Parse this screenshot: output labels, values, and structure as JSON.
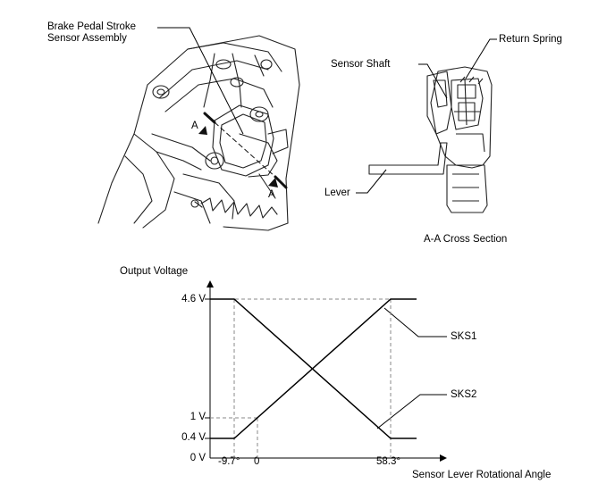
{
  "assembly_label_line1": "Brake Pedal Stroke",
  "assembly_label_line2": "Sensor Assembly",
  "section_marker_a": "A",
  "section_marker_a2": "A",
  "return_spring_label": "Return Spring",
  "sensor_shaft_label": "Sensor Shaft",
  "lever_label": "Lever",
  "cross_section_caption": "A-A Cross Section",
  "graph": {
    "y_axis_title": "Output Voltage",
    "x_axis_title": "Sensor Lever Rotational Angle",
    "y_ticks": [
      "4.6 V",
      "1 V",
      "0.4 V",
      "0 V"
    ],
    "x_ticks": [
      "-9.7°",
      "0",
      "58.3°"
    ],
    "series_labels": [
      "SKS1",
      "SKS2"
    ]
  },
  "chart_data": {
    "type": "line",
    "xlabel": "Sensor Lever Rotational Angle",
    "ylabel": "Output Voltage",
    "x_ticks": [
      -9.7,
      0,
      58.3
    ],
    "y_ticks": [
      0,
      0.4,
      1,
      4.6
    ],
    "series": [
      {
        "name": "SKS1",
        "points": [
          [
            -9.7,
            0.4
          ],
          [
            58.3,
            4.6
          ]
        ]
      },
      {
        "name": "SKS2",
        "points": [
          [
            -9.7,
            4.6
          ],
          [
            58.3,
            0.4
          ]
        ]
      }
    ]
  },
  "colors": {
    "line": "#000000",
    "dash": "#888888",
    "sketch": "#222222"
  }
}
